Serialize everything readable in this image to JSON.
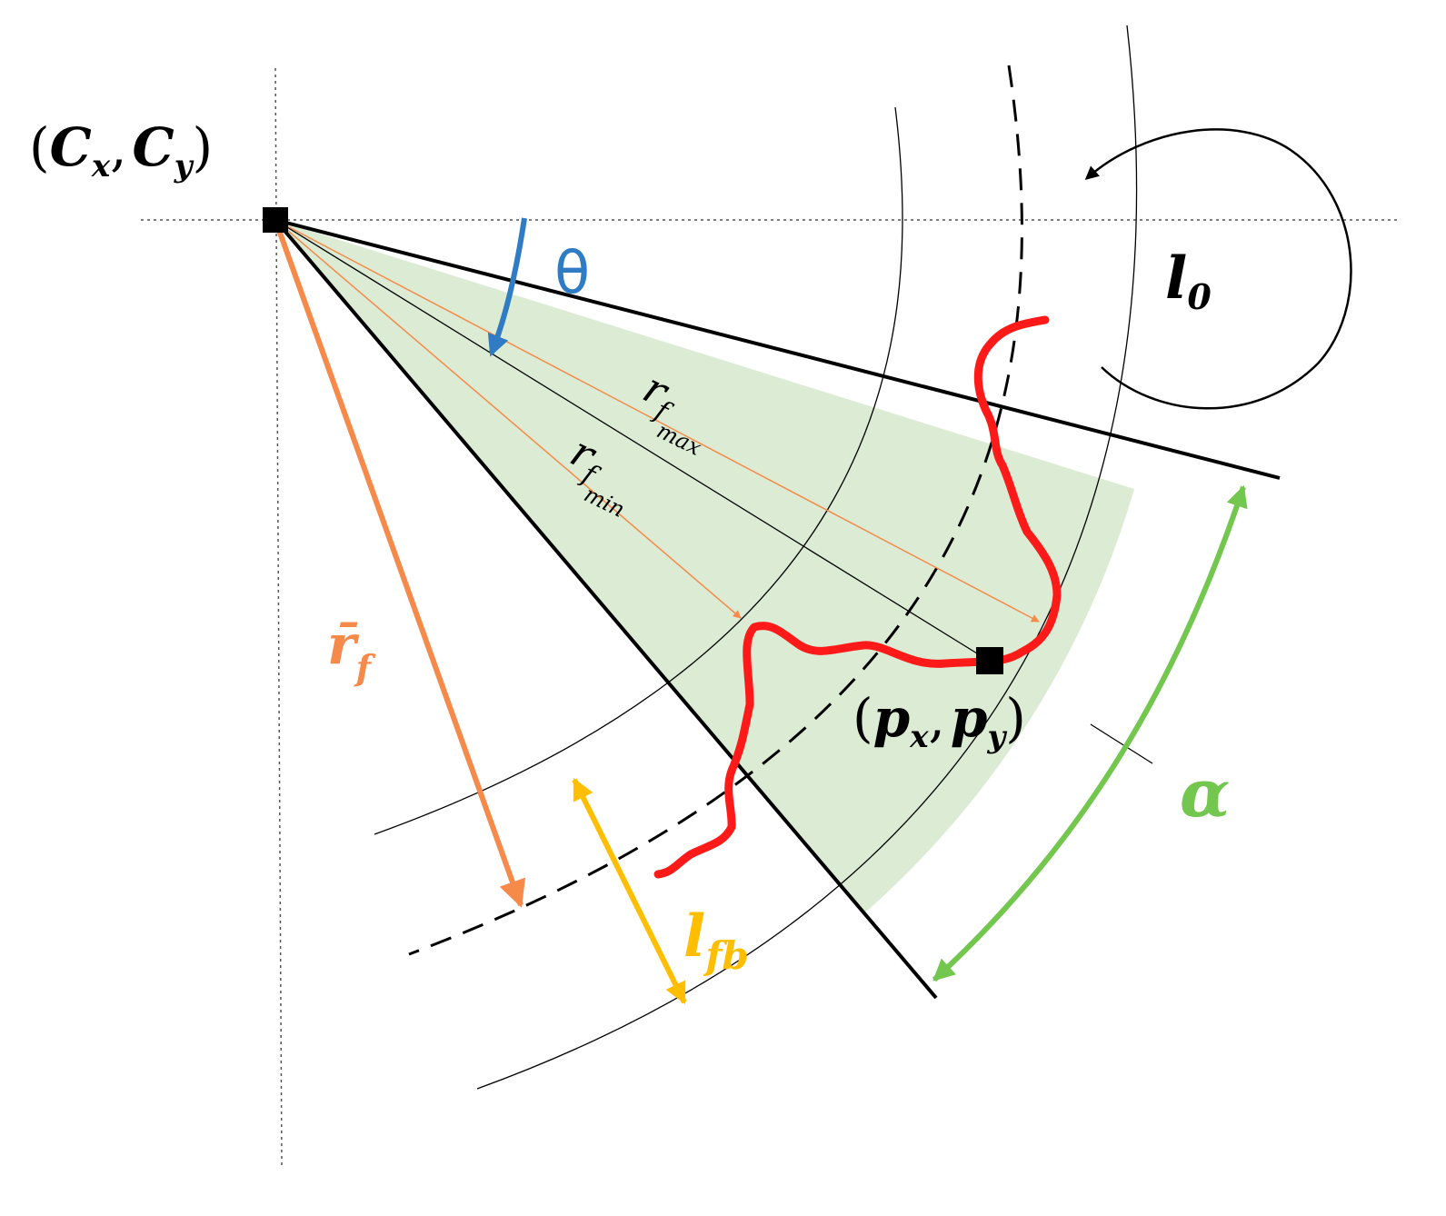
{
  "labels": {
    "center": {
      "open": "(",
      "base1": "C",
      "sub1": "x",
      "sep": ",",
      "base2": "C",
      "sub2": "y",
      "close": ")"
    },
    "point": {
      "open": "(",
      "base1": "p",
      "sub1": "x",
      "sep": ",",
      "base2": "p",
      "sub2": "y",
      "close": ")"
    },
    "theta": "θ",
    "l0": {
      "base": "l",
      "sub": "0"
    },
    "r_max": {
      "base": "r",
      "sub": "f",
      "subsub": "max"
    },
    "r_min": {
      "base": "r",
      "sub": "f",
      "subsub": "min"
    },
    "r_bar": {
      "base": "r̄",
      "sub": "f"
    },
    "l_fb": {
      "base": "l",
      "sub": "fb"
    },
    "alpha": "α"
  },
  "colors": {
    "sector_fill": "#dcecd4",
    "contour": "#ff1a1a",
    "theta": "#2f7bc4",
    "radius": "#f58a4a",
    "length": "#ffbf00",
    "alpha": "#73c74e",
    "ink": "#000000"
  }
}
